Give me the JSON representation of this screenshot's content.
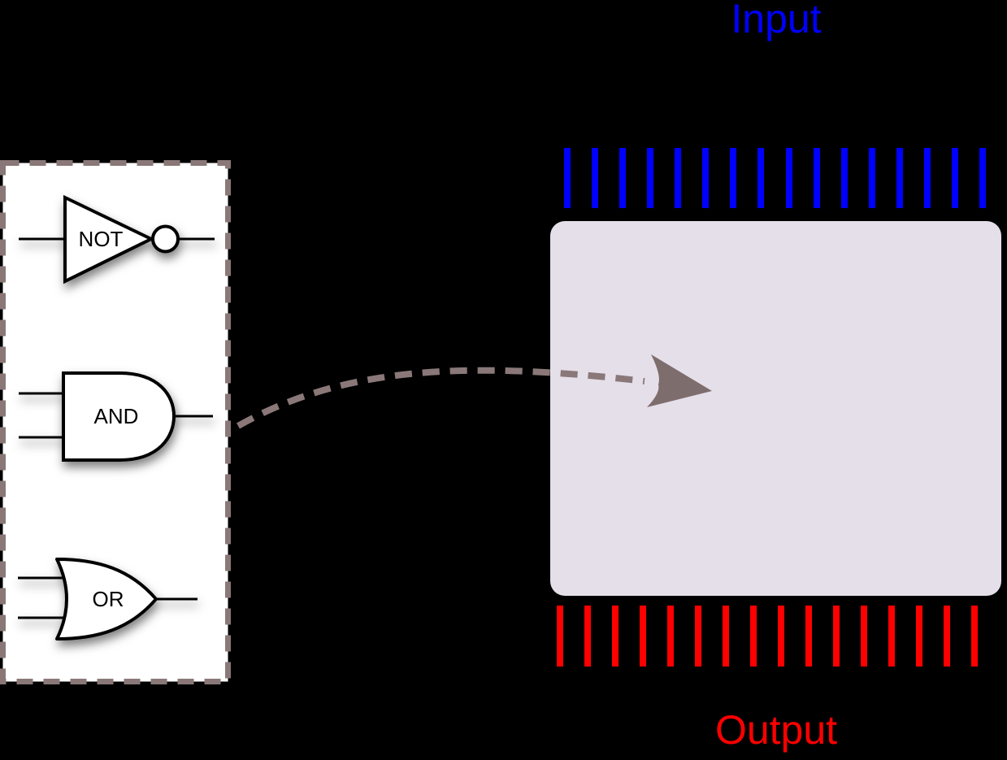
{
  "app": {
    "description": "logic-gate circuit builder",
    "background_color": "#000000"
  },
  "palette": {
    "border_color": "#8a7878",
    "panel_fill": "#ffffff",
    "gate_fill": "#ffffff",
    "gate_stroke": "#000000",
    "gates": [
      {
        "label": "NOT"
      },
      {
        "label": "AND"
      },
      {
        "label": "OR"
      }
    ]
  },
  "drag_arrow": {
    "dash_color": "#8a7878",
    "head_color": "#7e6d6d"
  },
  "board": {
    "fill": "#e5dfe9"
  },
  "input": {
    "label": "Input",
    "color": "#0000ff",
    "tick_count": 16
  },
  "output": {
    "label": "Output",
    "color": "#ff0000",
    "tick_count": 16
  }
}
